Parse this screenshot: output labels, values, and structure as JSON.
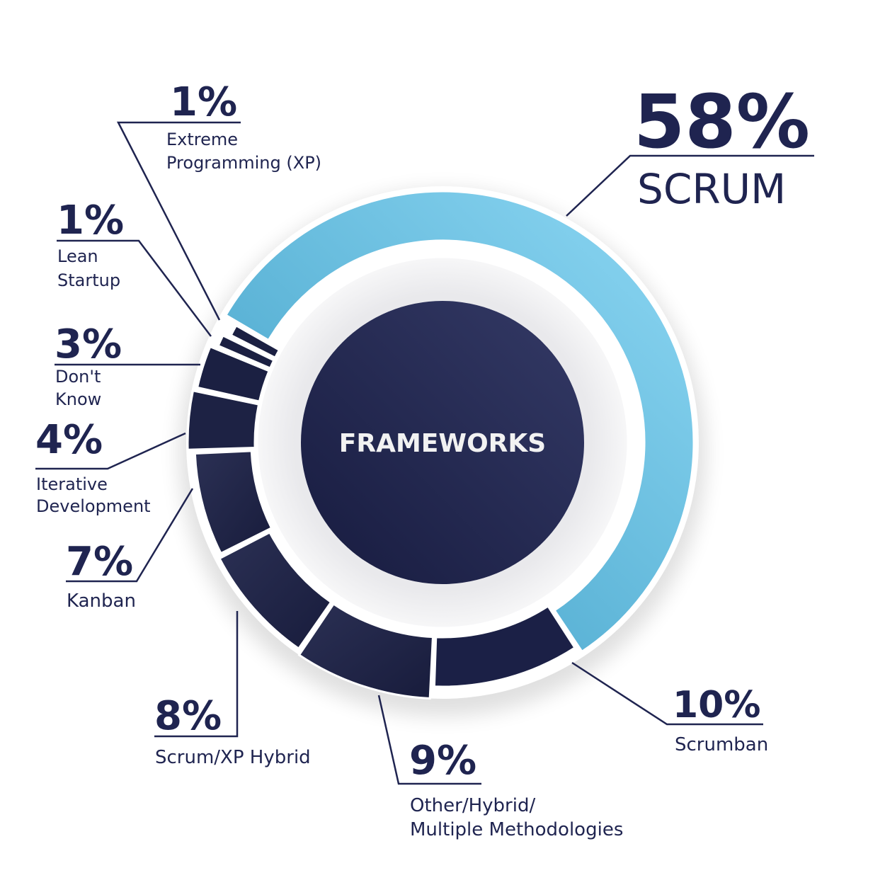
{
  "chart_data": {
    "type": "pie",
    "title": "FRAMEWORKS",
    "slices": [
      {
        "label": "SCRUM",
        "label_lines": [
          "SCRUM"
        ],
        "value": 58,
        "pct_text": "58%",
        "color": "#6cc3e6"
      },
      {
        "label": "Scrumban",
        "label_lines": [
          "Scrumban"
        ],
        "value": 10,
        "pct_text": "10%",
        "color": "#1c2147"
      },
      {
        "label": "Other/Hybrid/ Multiple Methodologies",
        "label_lines": [
          "Other/Hybrid/",
          "Multiple Methodologies"
        ],
        "value": 9,
        "pct_text": "9%",
        "color": "#272c4d"
      },
      {
        "label": "Scrum/XP Hybrid",
        "label_lines": [
          "Scrum/XP Hybrid"
        ],
        "value": 8,
        "pct_text": "8%",
        "color": "#272b4a"
      },
      {
        "label": "Kanban",
        "label_lines": [
          "Kanban"
        ],
        "value": 7,
        "pct_text": "7%",
        "color": "#232845"
      },
      {
        "label": "Iterative Development",
        "label_lines": [
          "Iterative",
          "Development"
        ],
        "value": 4,
        "pct_text": "4%",
        "color": "#1f2444"
      },
      {
        "label": "Don't Know",
        "label_lines": [
          "Don't",
          "Know"
        ],
        "value": 3,
        "pct_text": "3%",
        "color": "#1c2142"
      },
      {
        "label": "Lean Startup",
        "label_lines": [
          "Lean",
          "Startup"
        ],
        "value": 1,
        "pct_text": "1%",
        "color": "#1c2142"
      },
      {
        "label": "Extreme Programming (XP)",
        "label_lines": [
          "Extreme",
          "Programming (XP)"
        ],
        "value": 1,
        "pct_text": "1%",
        "color": "#1c2142"
      }
    ]
  }
}
